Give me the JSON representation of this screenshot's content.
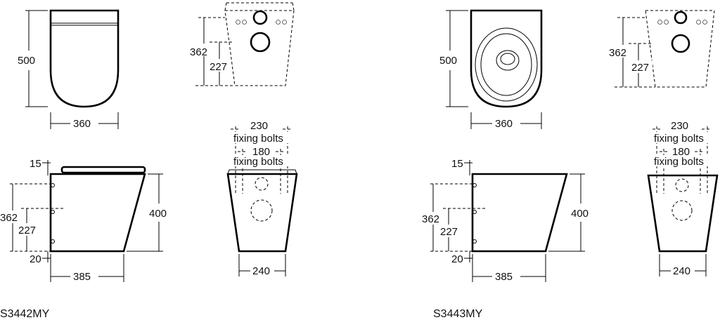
{
  "models": [
    {
      "code": "S3442MY",
      "plan": {
        "height": "500",
        "width": "360"
      },
      "rear": {
        "upper": "362",
        "lower": "227"
      },
      "side": {
        "top": "15",
        "upper": "362",
        "lower": "227",
        "bottom": "20",
        "height": "400",
        "depth": "385"
      },
      "front": {
        "bolts_outer": "230",
        "bolts_outer_label": "fixing bolts",
        "bolts_inner": "180",
        "bolts_inner_label": "fixing bolts",
        "width": "240"
      }
    },
    {
      "code": "S3443MY",
      "plan": {
        "height": "500",
        "width": "360"
      },
      "rear": {
        "upper": "362",
        "lower": "227"
      },
      "side": {
        "top": "15",
        "upper": "362",
        "lower": "227",
        "bottom": "20",
        "height": "400",
        "depth": "385"
      },
      "front": {
        "bolts_outer": "230",
        "bolts_outer_label": "fixing bolts",
        "bolts_inner": "180",
        "bolts_inner_label": "fixing bolts",
        "width": "240"
      }
    }
  ]
}
